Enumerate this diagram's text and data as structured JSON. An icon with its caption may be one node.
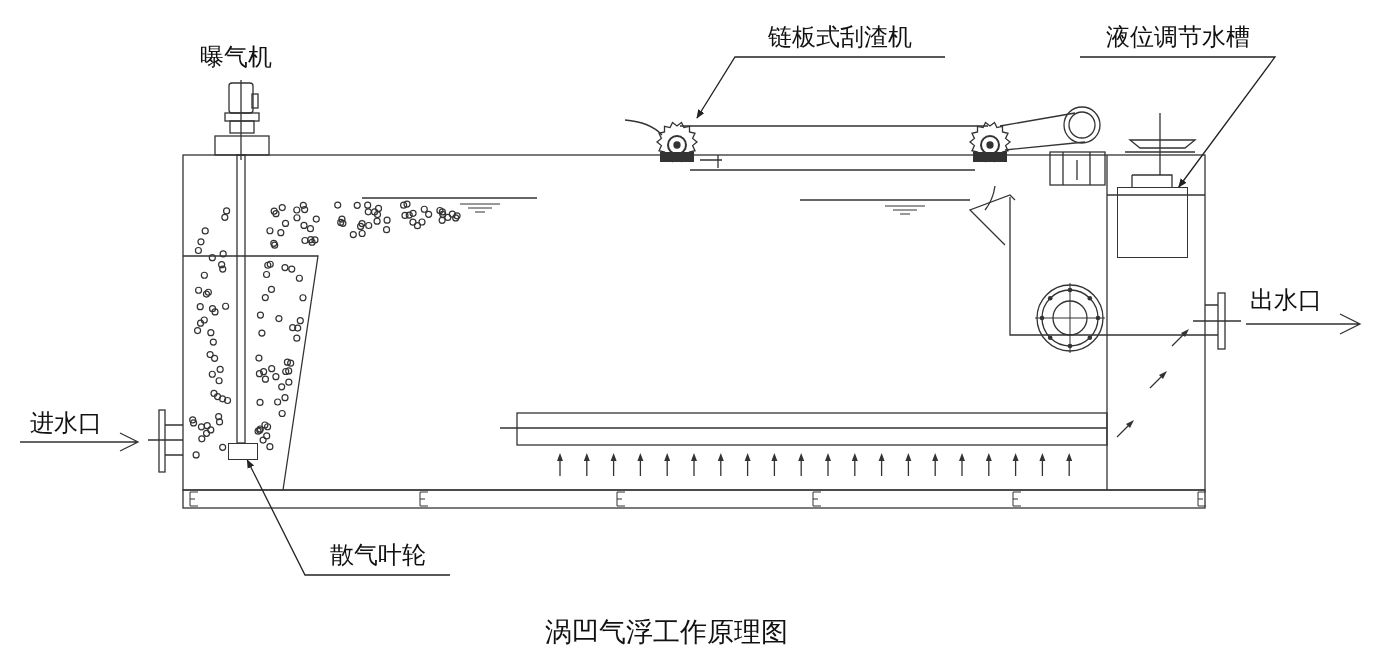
{
  "diagram": {
    "caption": "涡凹气浮工作原理图",
    "nodes": [
      {
        "text": [
          "链板式刮渣机"
        ]
      },
      {
        "text": [
          "液位调节水槽"
        ]
      },
      {
        "text": [],
        "shape": "box"
      },
      {
        "text": [
          "散气叶轮"
        ]
      },
      {
        "text": [],
        "shape": "box"
      }
    ],
    "edges": [
      {
        "from": 0,
        "to": null,
        "arrow": "to"
      },
      {
        "from": 1,
        "to": 2,
        "arrow": "to"
      },
      {
        "from": 3,
        "to": 4,
        "arrow": "to"
      }
    ],
    "labels": [
      "曝气机",
      "进水口",
      "出水口"
    ]
  }
}
